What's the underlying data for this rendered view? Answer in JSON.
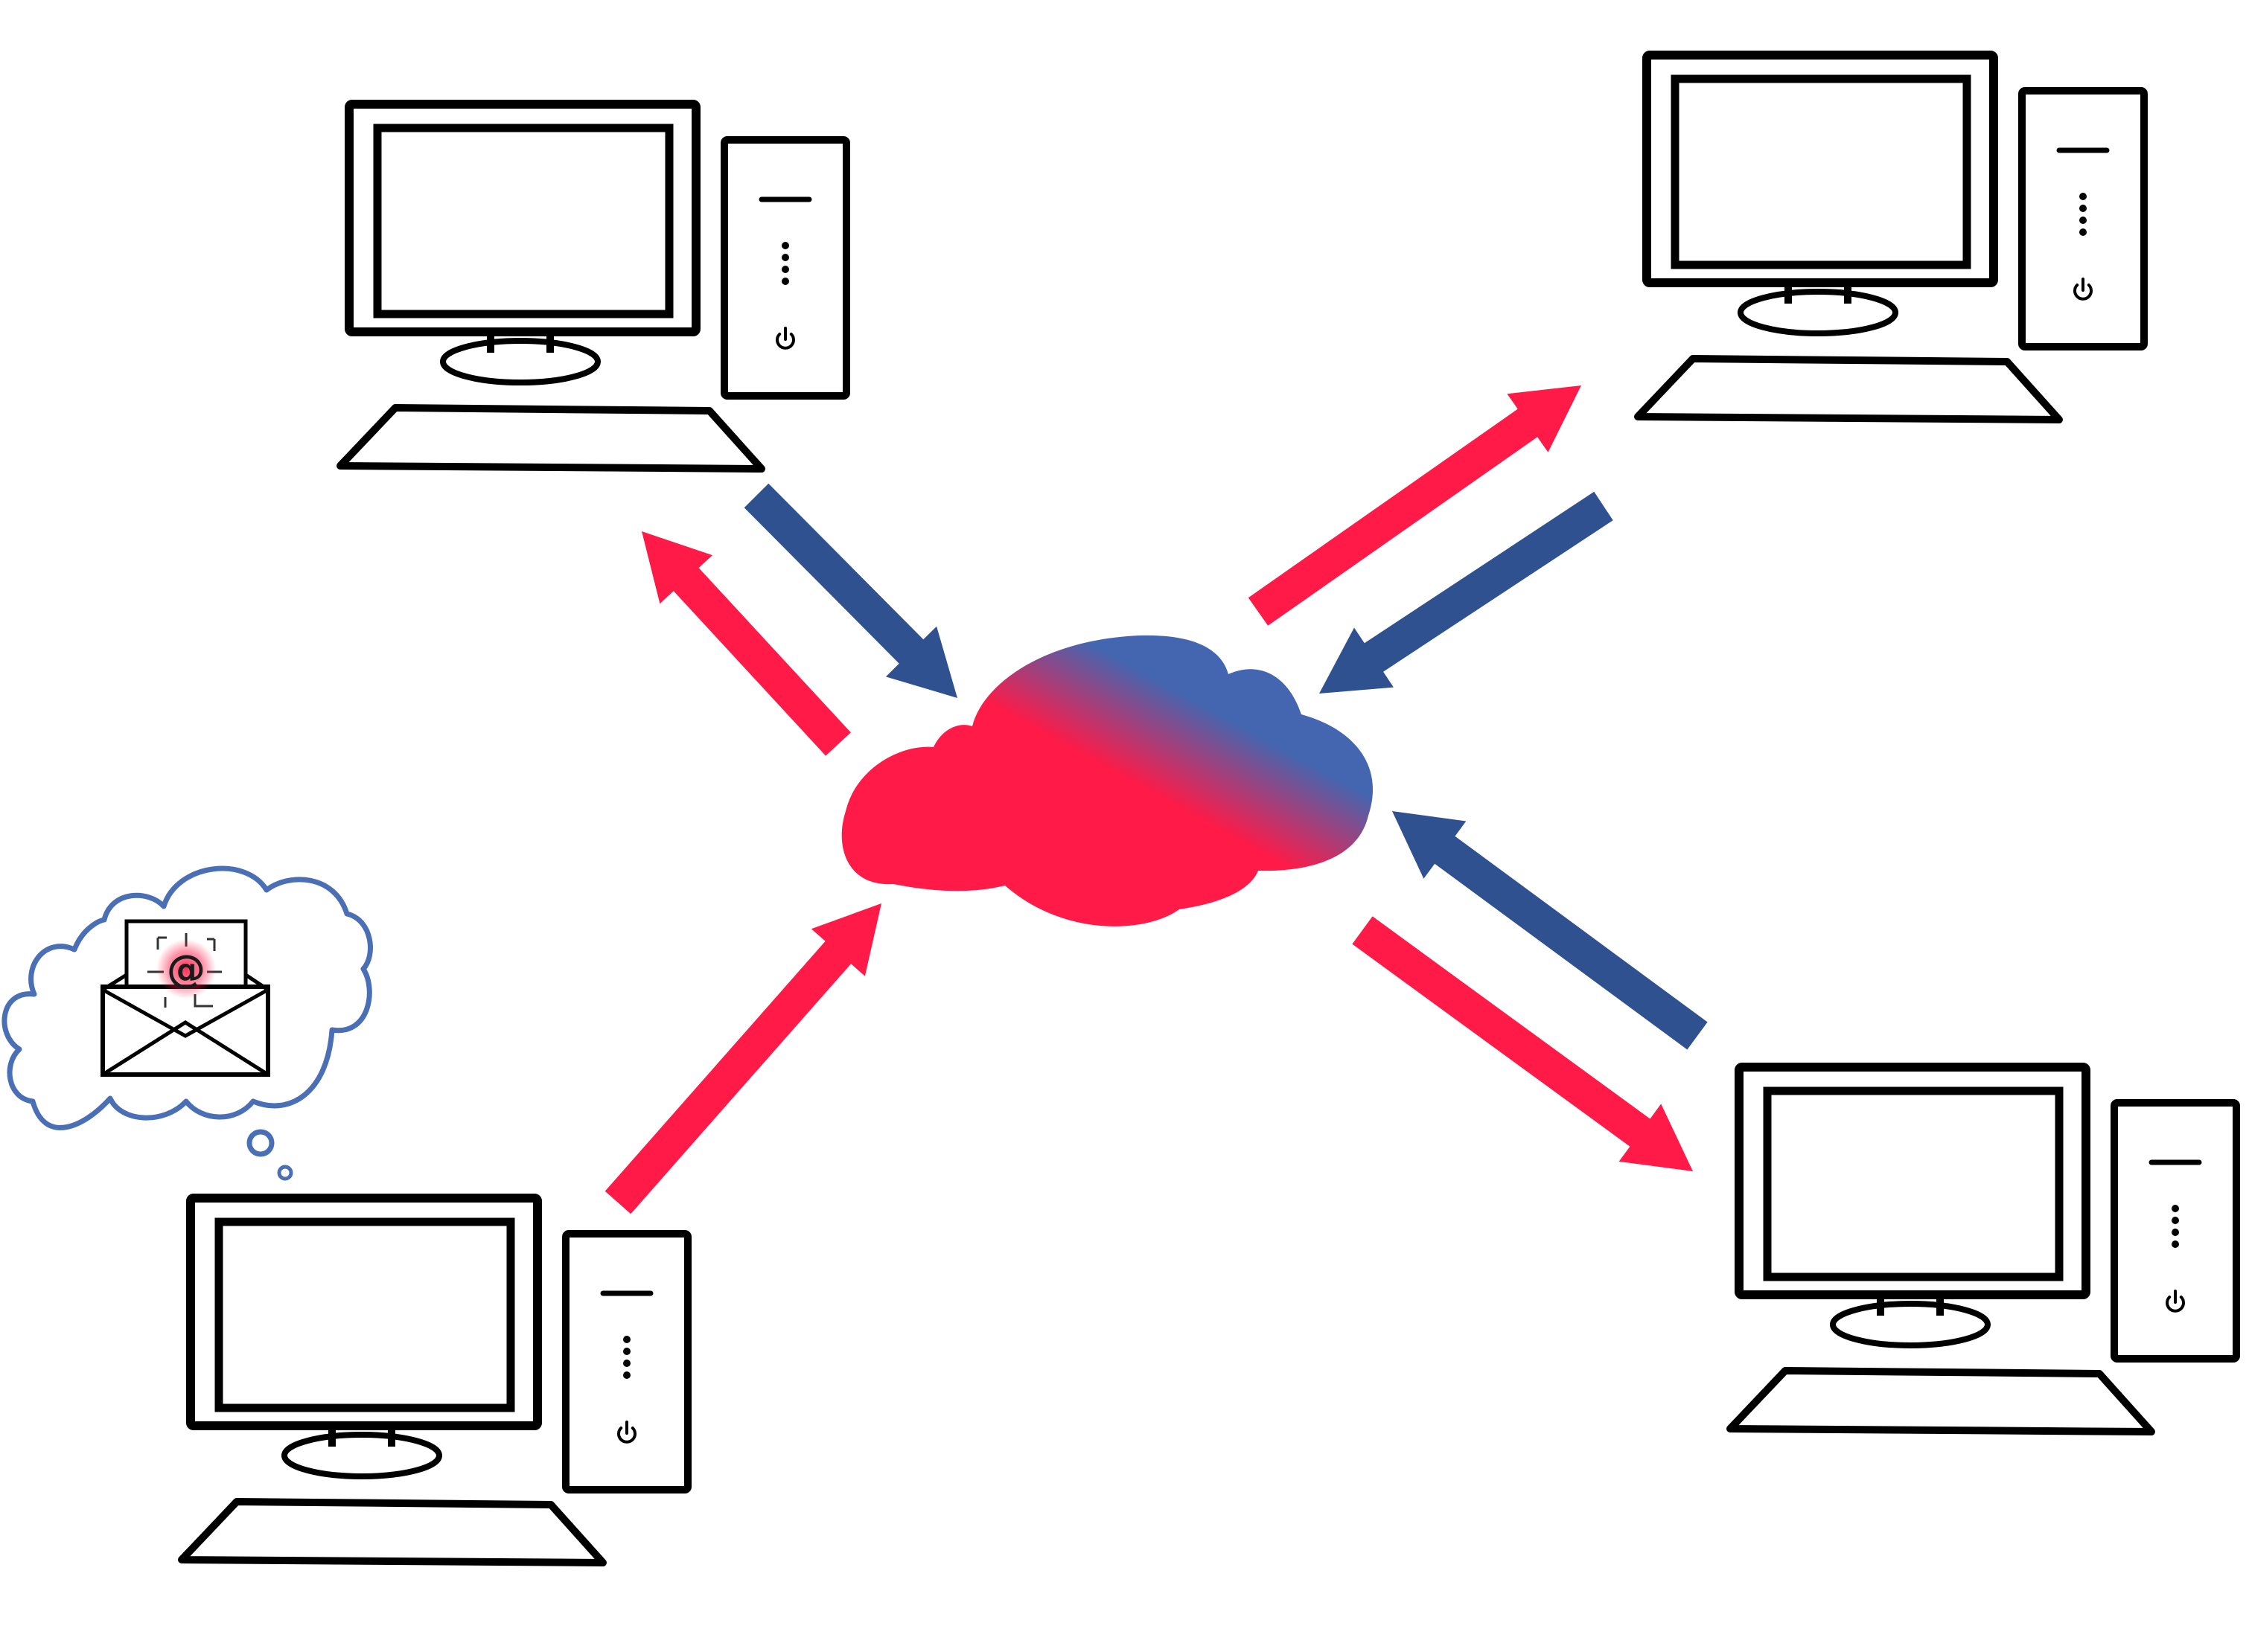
{
  "colors": {
    "red": "#ff1a47",
    "blue": "#2f5190",
    "cloud_blue": "#4466b0",
    "outline": "#000000",
    "thought_outline": "#4a6fb5",
    "background": "#ffffff"
  },
  "nodes": [
    {
      "id": "computer-top-left",
      "icon": "desktop-computer-icon"
    },
    {
      "id": "computer-top-right",
      "icon": "desktop-computer-icon"
    },
    {
      "id": "computer-bottom-left",
      "icon": "desktop-computer-icon"
    },
    {
      "id": "computer-bottom-right",
      "icon": "desktop-computer-icon"
    },
    {
      "id": "network-cloud",
      "icon": "network-cloud-icon"
    },
    {
      "id": "thought-bubble",
      "icon": "thought-bubble-icon"
    },
    {
      "id": "email-envelope",
      "icon": "email-envelope-icon"
    }
  ],
  "edges": [
    {
      "from": "computer-top-left",
      "to": "network-cloud",
      "color": "blue"
    },
    {
      "from": "network-cloud",
      "to": "computer-top-left",
      "color": "red"
    },
    {
      "from": "network-cloud",
      "to": "computer-top-right",
      "color": "red"
    },
    {
      "from": "computer-top-right",
      "to": "network-cloud",
      "color": "blue"
    },
    {
      "from": "computer-bottom-right",
      "to": "network-cloud",
      "color": "blue"
    },
    {
      "from": "network-cloud",
      "to": "computer-bottom-right",
      "color": "red"
    },
    {
      "from": "computer-bottom-left",
      "to": "network-cloud",
      "color": "red"
    }
  ],
  "email_symbol": "@"
}
